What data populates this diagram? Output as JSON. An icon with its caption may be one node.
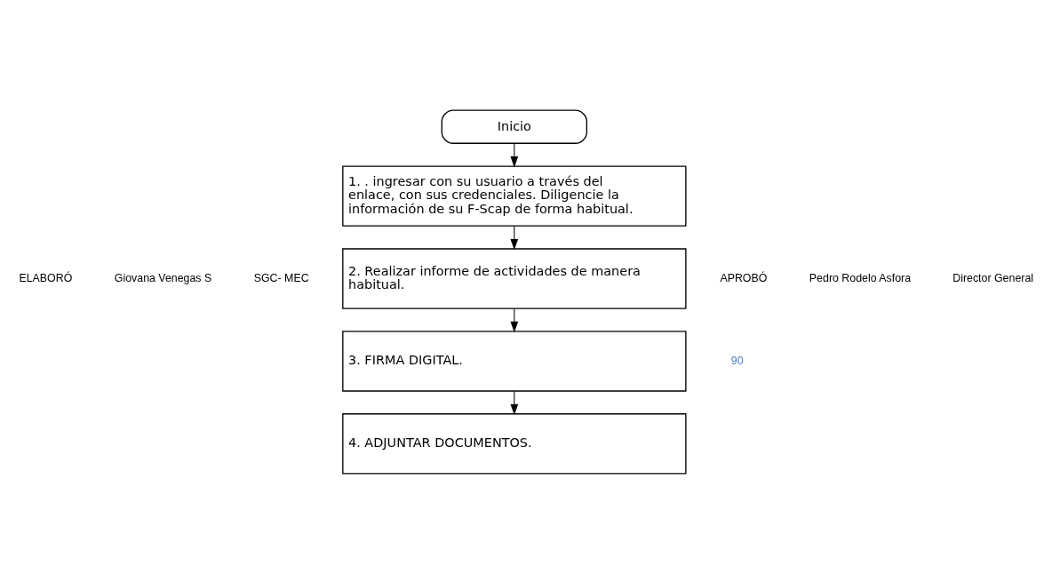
{
  "diagram": {
    "nodes": [
      {
        "text": [
          "Inicio"
        ]
      },
      {
        "text": [
          "1. . ingresar con su usuario a través del enlace, con sus credenciales. Diligencie la información de su F-Scap de forma habitual."
        ]
      },
      {
        "text": [
          "2. Realizar informe de actividades de manera habitual."
        ]
      },
      {
        "text": [
          "3. FIRMA DIGITAL."
        ]
      },
      {
        "text": [
          "4. ADJUNTAR DOCUMENTOS."
        ]
      }
    ],
    "edges": [
      {
        "from": 0,
        "to": 1,
        "arrow": "to"
      },
      {
        "from": 1,
        "to": 2,
        "arrow": "to"
      },
      {
        "from": 2,
        "to": 3,
        "arrow": "to"
      },
      {
        "from": 3,
        "to": 4,
        "arrow": "to"
      }
    ],
    "labels": [
      "ELABORÓ",
      "APROBÓ",
      "Giovana Venegas S",
      "Pedro Rodelo Asfora",
      "SGC- MEC",
      "Director General",
      "90"
    ]
  }
}
